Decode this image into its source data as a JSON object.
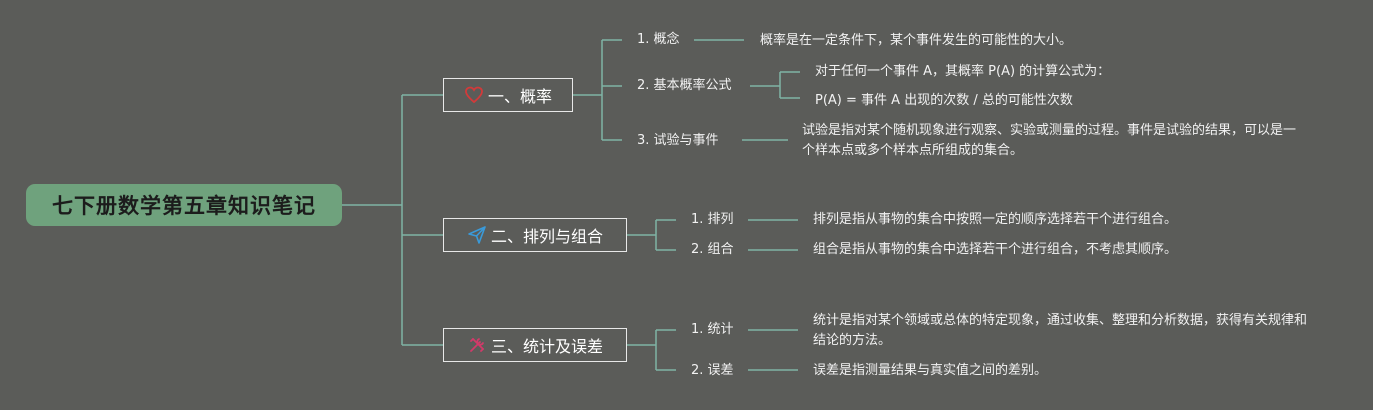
{
  "root": {
    "title": "七下册数学第五章知识笔记"
  },
  "branches": [
    {
      "label": "一、概率",
      "icon": "heart-icon",
      "items": [
        {
          "label": "1. 概念",
          "desc": [
            "概率是在一定条件下，某个事件发生的可能性的大小。"
          ]
        },
        {
          "label": "2. 基本概率公式",
          "desc": [
            "对于任何一个事件 A，其概率 P(A) 的计算公式为：",
            "P(A) = 事件 A 出现的次数 / 总的可能性次数"
          ]
        },
        {
          "label": "3. 试验与事件",
          "desc": [
            "试验是指对某个随机现象进行观察、实验或测量的过程。事件是试验的结果，可以是一个样本点或多个样本点所组成的集合。"
          ]
        }
      ]
    },
    {
      "label": "二、排列与组合",
      "icon": "paper-plane-icon",
      "items": [
        {
          "label": "1. 排列",
          "desc": [
            "排列是指从事物的集合中按照一定的顺序选择若干个进行组合。"
          ]
        },
        {
          "label": "2. 组合",
          "desc": [
            "组合是指从事物的集合中选择若干个进行组合，不考虑其顺序。"
          ]
        }
      ]
    },
    {
      "label": "三、统计及误差",
      "icon": "tools-icon",
      "items": [
        {
          "label": "1. 统计",
          "desc": [
            "统计是指对某个领域或总体的特定现象，通过收集、整理和分析数据，获得有关规律和结论的方法。"
          ]
        },
        {
          "label": "2. 误差",
          "desc": [
            "误差是指测量结果与真实值之间的差别。"
          ]
        }
      ]
    }
  ],
  "colors": {
    "background": "#5b5c59",
    "root": "#6fa27d",
    "connector": "#7fb4a6",
    "heart": "#d23a3a",
    "plane": "#3a9ad9",
    "tools": "#d23a6a"
  }
}
